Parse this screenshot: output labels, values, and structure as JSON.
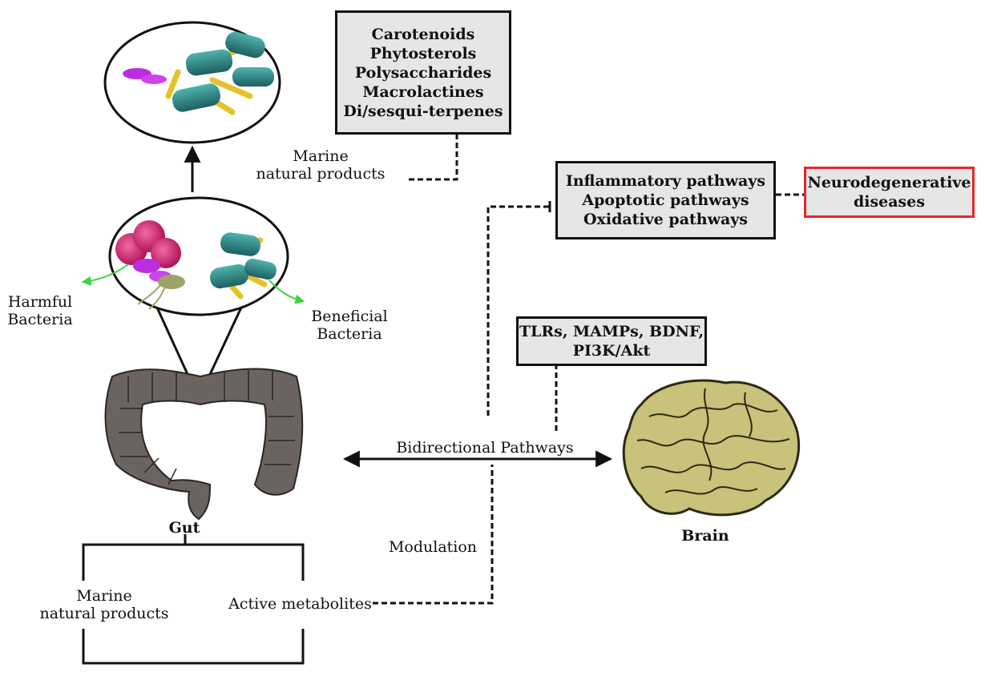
{
  "compounds_box": {
    "lines": [
      "Carotenoids",
      "Phytosterols",
      "Polysaccharides",
      "Macrolactines",
      "Di/sesqui-terpenes"
    ]
  },
  "pathways_box": {
    "lines": [
      "Inflammatory pathways",
      "Apoptotic pathways",
      "Oxidative pathways"
    ]
  },
  "disease_box": {
    "lines": [
      "Neurodegenerative",
      "diseases"
    ],
    "border_color": "#e8262a"
  },
  "receptors_box": {
    "lines": [
      "TLRs, MAMPs, BDNF,",
      "PI3K/Akt"
    ]
  },
  "labels": {
    "marine_top": [
      "Marine",
      "natural products"
    ],
    "harmful": [
      "Harmful",
      "Bacteria"
    ],
    "beneficial": [
      "Beneficial",
      "Bacteria"
    ],
    "bidirectional": "Bidirectional Pathways",
    "gut": "Gut",
    "brain": "Brain",
    "modulation": "Modulation",
    "marine_bottom": [
      "Marine",
      "natural products"
    ],
    "active_metabolites": "Active metabolites"
  },
  "colors": {
    "box_fill": "#e6e6e6",
    "bacteria_teal": "#2c8a88",
    "flagella_yellow": "#e6c22a",
    "harmful_pink": "#d8216f",
    "purple": "#bb2ee0",
    "gut_gray": "#6a6360",
    "brain_olive": "#c8c27a",
    "arrow_green": "#3ad53a"
  },
  "icons": [
    "bacteria-cluster-icon",
    "colon-icon",
    "brain-icon"
  ]
}
